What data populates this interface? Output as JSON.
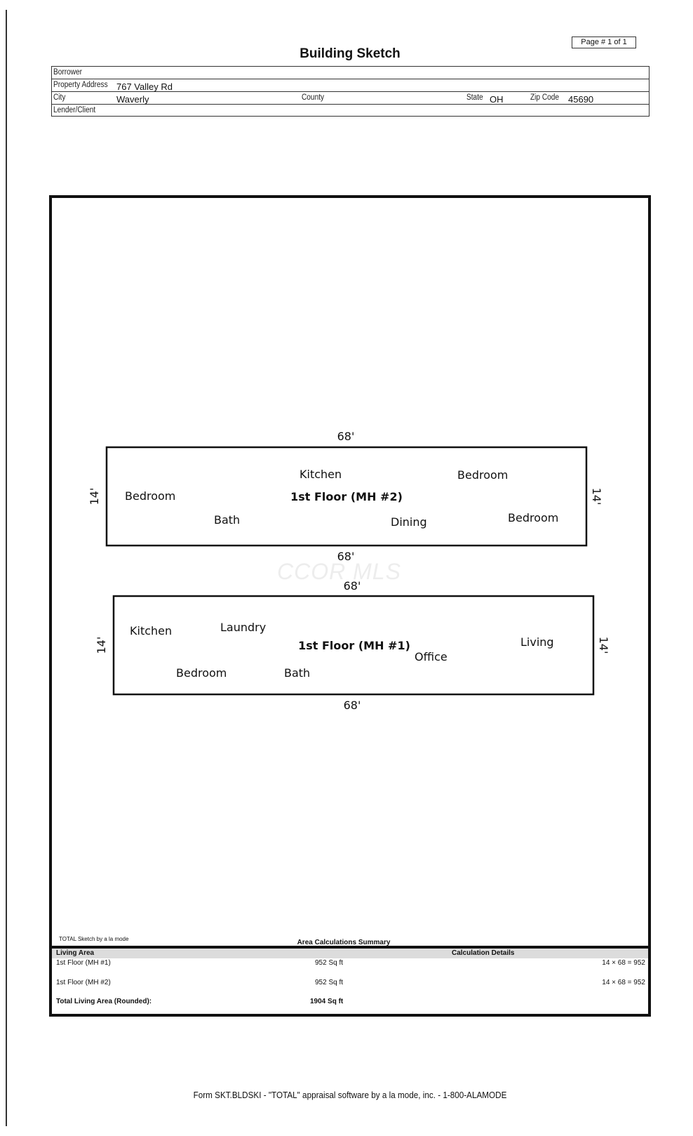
{
  "header": {
    "page_label": "Page # 1 of 1",
    "title": "Building Sketch",
    "borrower_label": "Borrower",
    "borrower_value": "",
    "address_label": "Property Address",
    "address_value": "767 Valley Rd",
    "city_label": "City",
    "city_value": "Waverly",
    "county_label": "County",
    "county_value": "",
    "state_label": "State",
    "state_value": "OH",
    "zip_label": "Zip Code",
    "zip_value": "45690",
    "lender_label": "Lender/Client",
    "lender_value": ""
  },
  "sketch": {
    "watermark": "CCOR MLS",
    "mh2": {
      "top_dim": "68'",
      "bottom_dim": "68'",
      "left_dim": "14'",
      "right_dim": "14'",
      "name": "1st Floor (MH #2)",
      "rooms": [
        "Kitchen",
        "Bedroom",
        "Bedroom",
        "Bath",
        "Dining",
        "Bedroom"
      ]
    },
    "mh1": {
      "top_dim": "68'",
      "bottom_dim": "68'",
      "left_dim": "14'",
      "right_dim": "14'",
      "name": "1st Floor (MH #1)",
      "rooms": [
        "Kitchen",
        "Laundry",
        "Living",
        "Office",
        "Bedroom",
        "Bath"
      ]
    }
  },
  "summary": {
    "software_note": "TOTAL Sketch by a la mode",
    "title": "Area Calculations Summary",
    "col_living_area": "Living Area",
    "col_calc_details": "Calculation Details",
    "rows": [
      {
        "name": "1st Floor (MH #1)",
        "area": "952 Sq ft",
        "calc": "14 × 68 = 952"
      },
      {
        "name": "1st Floor (MH #2)",
        "area": "952 Sq ft",
        "calc": "14 × 68 = 952"
      }
    ],
    "total_label": "Total Living Area (Rounded):",
    "total_value": "1904 Sq ft"
  },
  "footer": "Form SKT.BLDSKI - \"TOTAL\" appraisal software by a la mode, inc. - 1-800-ALAMODE"
}
